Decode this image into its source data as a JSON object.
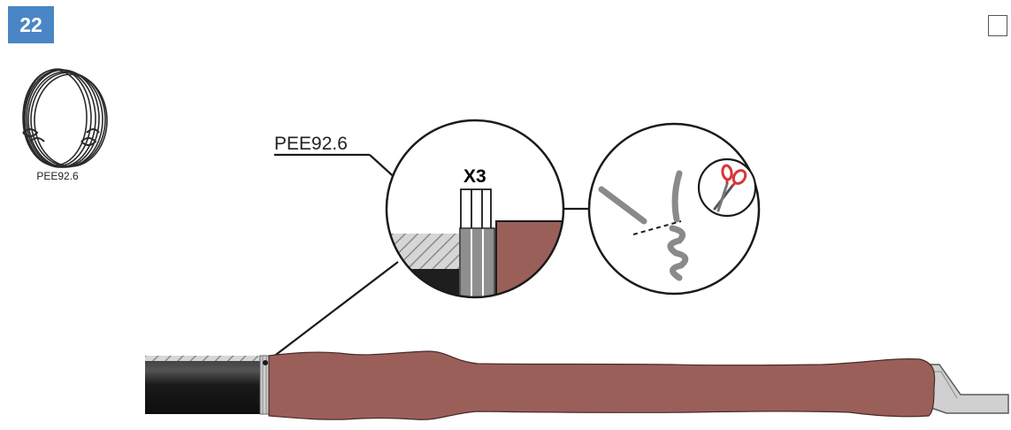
{
  "step": {
    "number": "22"
  },
  "material": {
    "code": "PEE92.6",
    "icon": "wire-coil-icon"
  },
  "callout": {
    "label": "PEE92.6",
    "multiplier": "X3"
  },
  "tools": {
    "cut_icon": "scissors-icon"
  },
  "colors": {
    "badge": "#4a86c5",
    "sleeve": "#9b5f5a",
    "cable_jacket": "#1e1e1e",
    "wire": "#8a8a8a",
    "scissors": "#d9343a",
    "lug": "#c9c9c9"
  }
}
